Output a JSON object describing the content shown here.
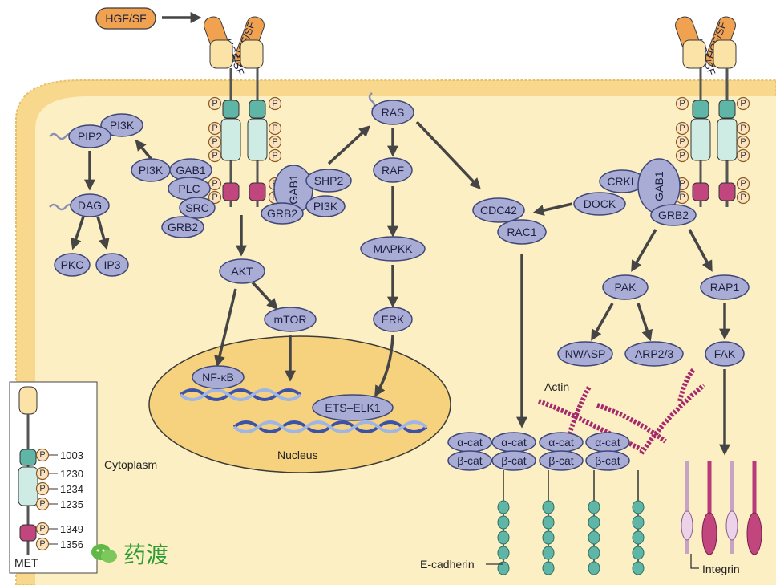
{
  "ligand": {
    "label": "HGF/SF"
  },
  "receptor_top": {
    "chain_label": "HGF/SF"
  },
  "labels": {
    "cytoplasm": "Cytoplasm",
    "nucleus": "Nucleus",
    "actin": "Actin",
    "e_cadherin": "E-cadherin",
    "integrin": "Integrin",
    "met": "MET",
    "phospho": "P"
  },
  "nodes": {
    "pi3k_top": "PI3K",
    "pip2": "PIP2",
    "dag": "DAG",
    "pkc": "PKC",
    "ip3": "IP3",
    "pi3k_left": "PI3K",
    "gab1_left": "GAB1",
    "plc": "PLC",
    "src": "SRC",
    "grb2_left": "GRB2",
    "gab1_mid": "GAB1",
    "shp2": "SHP2",
    "grb2_mid": "GRB2",
    "pi3k_mid": "PI3K",
    "ras": "RAS",
    "raf": "RAF",
    "mapkk": "MAPKK",
    "erk": "ERK",
    "akt": "AKT",
    "mtor": "mTOR",
    "nfkb": "NF-κB",
    "ets_elk1": "ETS–ELK1",
    "cdc42": "CDC42",
    "rac1": "RAC1",
    "crkl": "CRKL",
    "dock": "DOCK",
    "gab1_right": "GAB1",
    "grb2_right": "GRB2",
    "pak": "PAK",
    "rap1": "RAP1",
    "nwasp": "NWASP",
    "arp23": "ARP2/3",
    "fak": "FAK",
    "alpha_cat": "α-cat",
    "beta_cat": "β-cat"
  },
  "met_sites": [
    "1003",
    "1230",
    "1234",
    "1235",
    "1349",
    "1356"
  ],
  "watermark": {
    "text": "药渡"
  },
  "colors": {
    "cytoplasm": "#fcefc4",
    "membrane": "#f7d88c",
    "nucleus": "#f6d27e",
    "node": "#a9add6",
    "ligand": "#f0a250",
    "receptor_teal": "#5fb5a6",
    "receptor_light": "#cfece4",
    "receptor_pink": "#c2467e",
    "actin": "#a52a6c",
    "watermark": "#2e9b33"
  }
}
